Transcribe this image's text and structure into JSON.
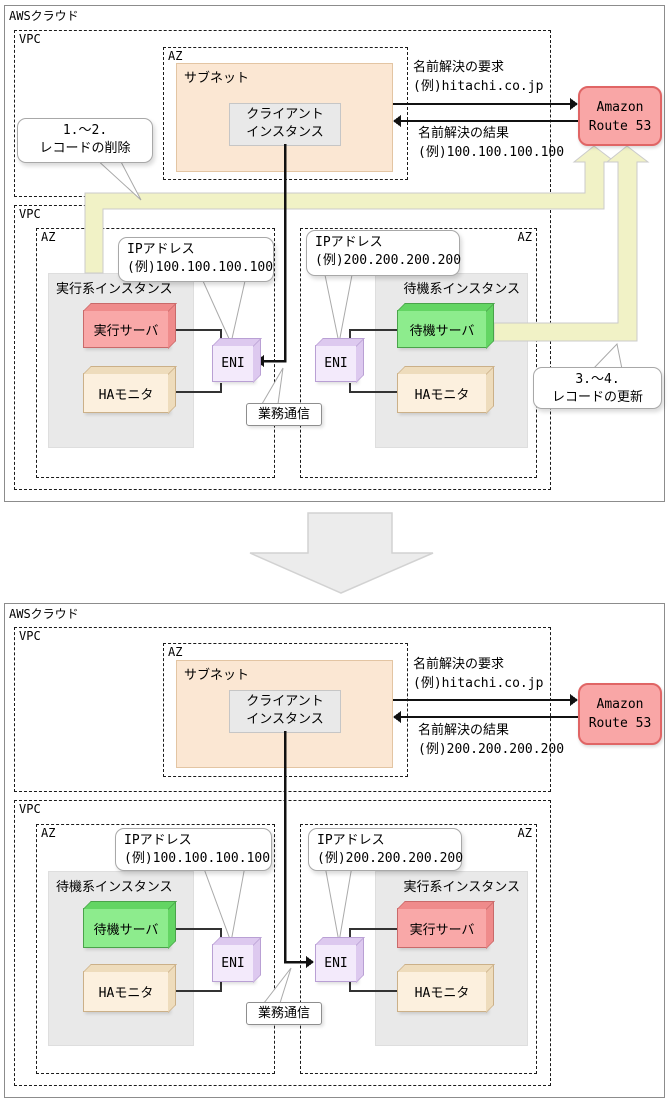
{
  "colors": {
    "route53_fill": "#f9a6a6",
    "route53_border": "#e06565",
    "active_server_fill": "#f9a8a8",
    "active_server_border": "#c96a6a",
    "standby_server_fill": "#8dec8d",
    "standby_server_border": "#4aa34a",
    "ha_monitor_fill": "#fcf0de",
    "ha_monitor_border": "#cbb088",
    "eni_fill": "#f3eafb",
    "eni_border": "#b9a0d4",
    "subnet_fill": "#fbe7d3",
    "subnet_border": "#e3c5a3",
    "instance_box_fill": "#e9e9e9",
    "flow_arrow_fill": "#f1f2c6",
    "flow_arrow_border": "#cbcbcb"
  },
  "before": {
    "aws_label": "AWSクラウド",
    "vpc_top_label": "VPC",
    "vpc_bottom_label": "VPC",
    "az_top_label": "AZ",
    "subnet_label": "サブネット",
    "client_line1": "クライアント",
    "client_line2": "インスタンス",
    "request_line1": "名前解決の要求",
    "request_line2": "(例)hitachi.co.jp",
    "result_line1": "名前解決の結果",
    "result_line2": "(例)100.100.100.100",
    "route53_line1": "Amazon",
    "route53_line2": "Route 53",
    "callout_delete_line1": "1.～2.",
    "callout_delete_line2": "レコードの削除",
    "callout_update_line1": "3.～4.",
    "callout_update_line2": "レコードの更新",
    "comm_label": "業務通信",
    "left": {
      "az_label": "AZ",
      "ip_line1": "IPアドレス",
      "ip_line2": "(例)100.100.100.100",
      "instance_label": "実行系インスタンス",
      "server_label": "実行サーバ",
      "ha_label": "HAモニタ",
      "eni_label": "ENI"
    },
    "right": {
      "az_label": "AZ",
      "ip_line1": "IPアドレス",
      "ip_line2": "(例)200.200.200.200",
      "instance_label": "待機系インスタンス",
      "server_label": "待機サーバ",
      "ha_label": "HAモニタ",
      "eni_label": "ENI"
    }
  },
  "after": {
    "aws_label": "AWSクラウド",
    "vpc_top_label": "VPC",
    "vpc_bottom_label": "VPC",
    "az_top_label": "AZ",
    "subnet_label": "サブネット",
    "client_line1": "クライアント",
    "client_line2": "インスタンス",
    "request_line1": "名前解決の要求",
    "request_line2": "(例)hitachi.co.jp",
    "result_line1": "名前解決の結果",
    "result_line2": "(例)200.200.200.200",
    "route53_line1": "Amazon",
    "route53_line2": "Route 53",
    "comm_label": "業務通信",
    "left": {
      "az_label": "AZ",
      "ip_line1": "IPアドレス",
      "ip_line2": "(例)100.100.100.100",
      "instance_label": "待機系インスタンス",
      "server_label": "待機サーバ",
      "ha_label": "HAモニタ",
      "eni_label": "ENI"
    },
    "right": {
      "az_label": "AZ",
      "ip_line1": "IPアドレス",
      "ip_line2": "(例)200.200.200.200",
      "instance_label": "実行系インスタンス",
      "server_label": "実行サーバ",
      "ha_label": "HAモニタ",
      "eni_label": "ENI"
    }
  }
}
